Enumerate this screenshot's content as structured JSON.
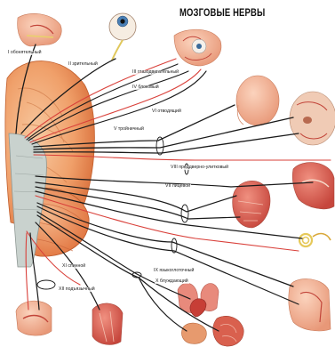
{
  "title": "МОЗГОВЫЕ НЕРВЫ",
  "nerves": [
    {
      "id": "I",
      "label": "I обонятельный"
    },
    {
      "id": "II",
      "label": "II зрительный"
    },
    {
      "id": "III",
      "label": "III глазодвигательный"
    },
    {
      "id": "IV",
      "label": "IV блоковый"
    },
    {
      "id": "VI",
      "label": "VI отводящий"
    },
    {
      "id": "V",
      "label": "V тройничный"
    },
    {
      "id": "VIII",
      "label": "VIII преддверно-улитковый"
    },
    {
      "id": "VII",
      "label": "VII лицевой"
    },
    {
      "id": "IX",
      "label": "IX языкоглоточный"
    },
    {
      "id": "X",
      "label": "X блуждающий"
    },
    {
      "id": "XI",
      "label": "XI спинной"
    },
    {
      "id": "XII",
      "label": "XII подъязычный"
    }
  ],
  "colors": {
    "brain": "#f0a06a",
    "brain_shadow": "#e07a45",
    "brainstem": "#b8c4c0",
    "nerve_black": "#1a1a1a",
    "nerve_red": "#d9403a",
    "skin": "#f2b59a",
    "muscle": "#d9584a"
  }
}
